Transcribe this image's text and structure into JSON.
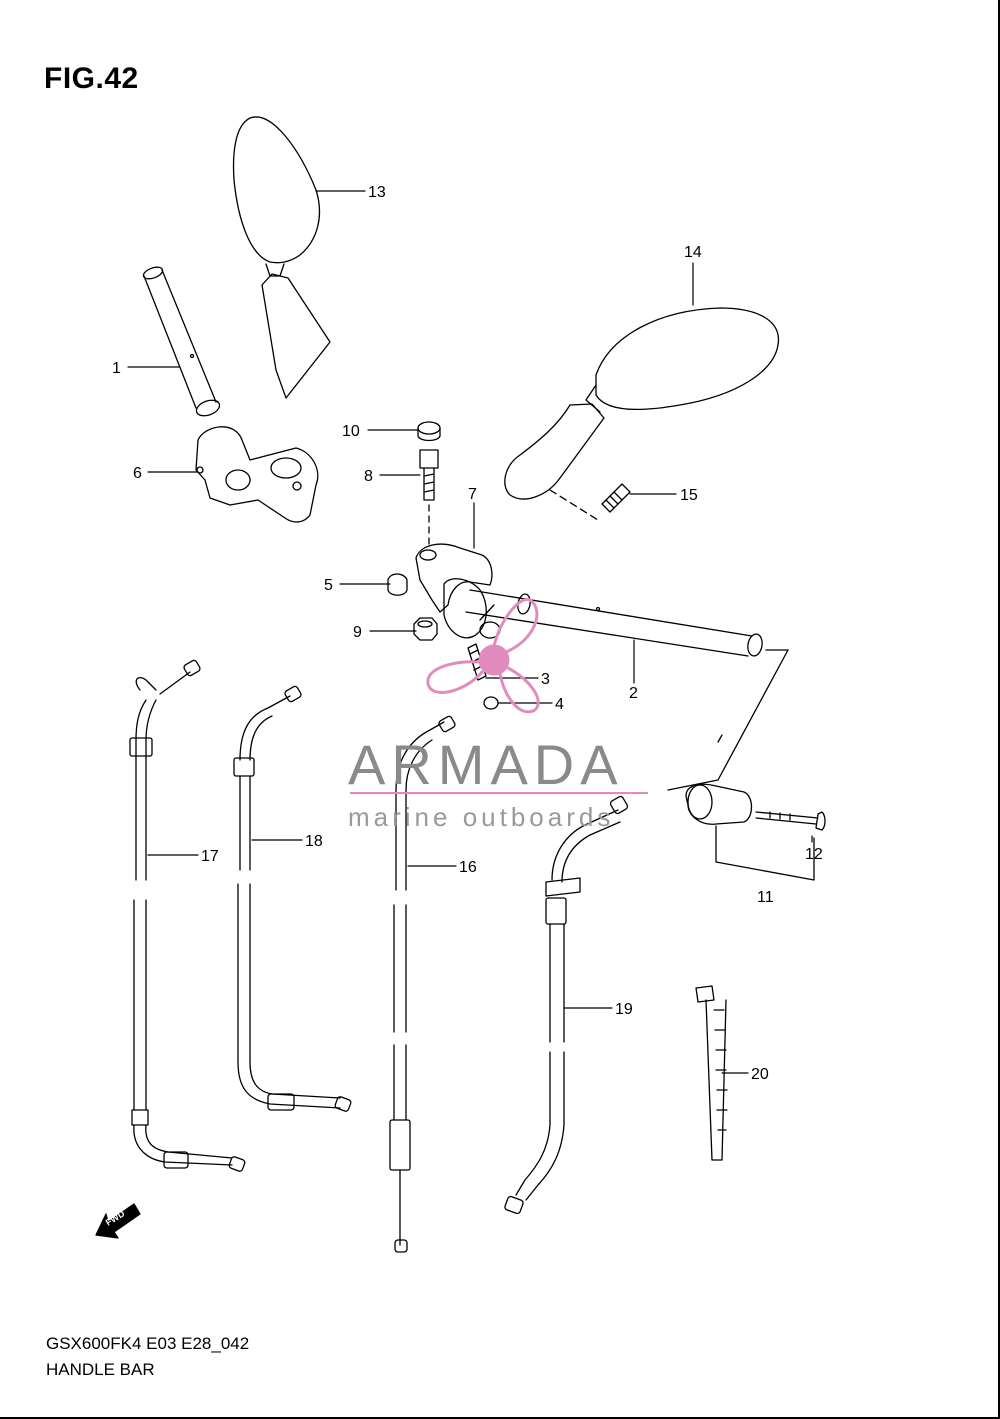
{
  "figure": {
    "title": "FIG.42"
  },
  "footer": {
    "code": "GSX600FK4 E03 E28_042",
    "name": "HANDLE BAR"
  },
  "watermark": {
    "brand": "ARMADA",
    "tagline": "marine outboards",
    "color_brand": "#8a8a8a",
    "color_logo": "#e28bbf"
  },
  "callouts": [
    "1",
    "2",
    "3",
    "4",
    "5",
    "6",
    "7",
    "8",
    "9",
    "10",
    "11",
    "12",
    "13",
    "14",
    "15",
    "16",
    "17",
    "18",
    "19",
    "20"
  ],
  "direction_marker": "FWD"
}
